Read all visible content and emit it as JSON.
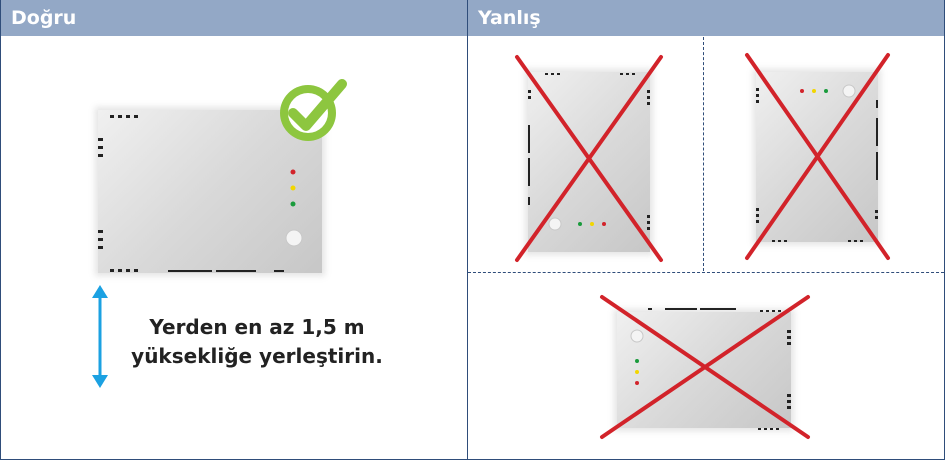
{
  "headers": {
    "correct": "Doğru",
    "wrong": "Yanlış"
  },
  "caption": {
    "line1": "Yerden en az 1,5 m",
    "line2": "yüksekliğe yerleştirin."
  },
  "icons": {
    "check": "check-circle-icon",
    "cross": "cross-icon",
    "arrow": "double-arrow-icon"
  },
  "colors": {
    "header_bg": "#93a8c6",
    "border": "#2f4d7a",
    "check_green": "#8dc63f",
    "cross_red": "#d2232a",
    "arrow_blue": "#1ba1e2",
    "led_red": "#d2232a",
    "led_yellow": "#f2d600",
    "led_green": "#1a9b3c"
  }
}
